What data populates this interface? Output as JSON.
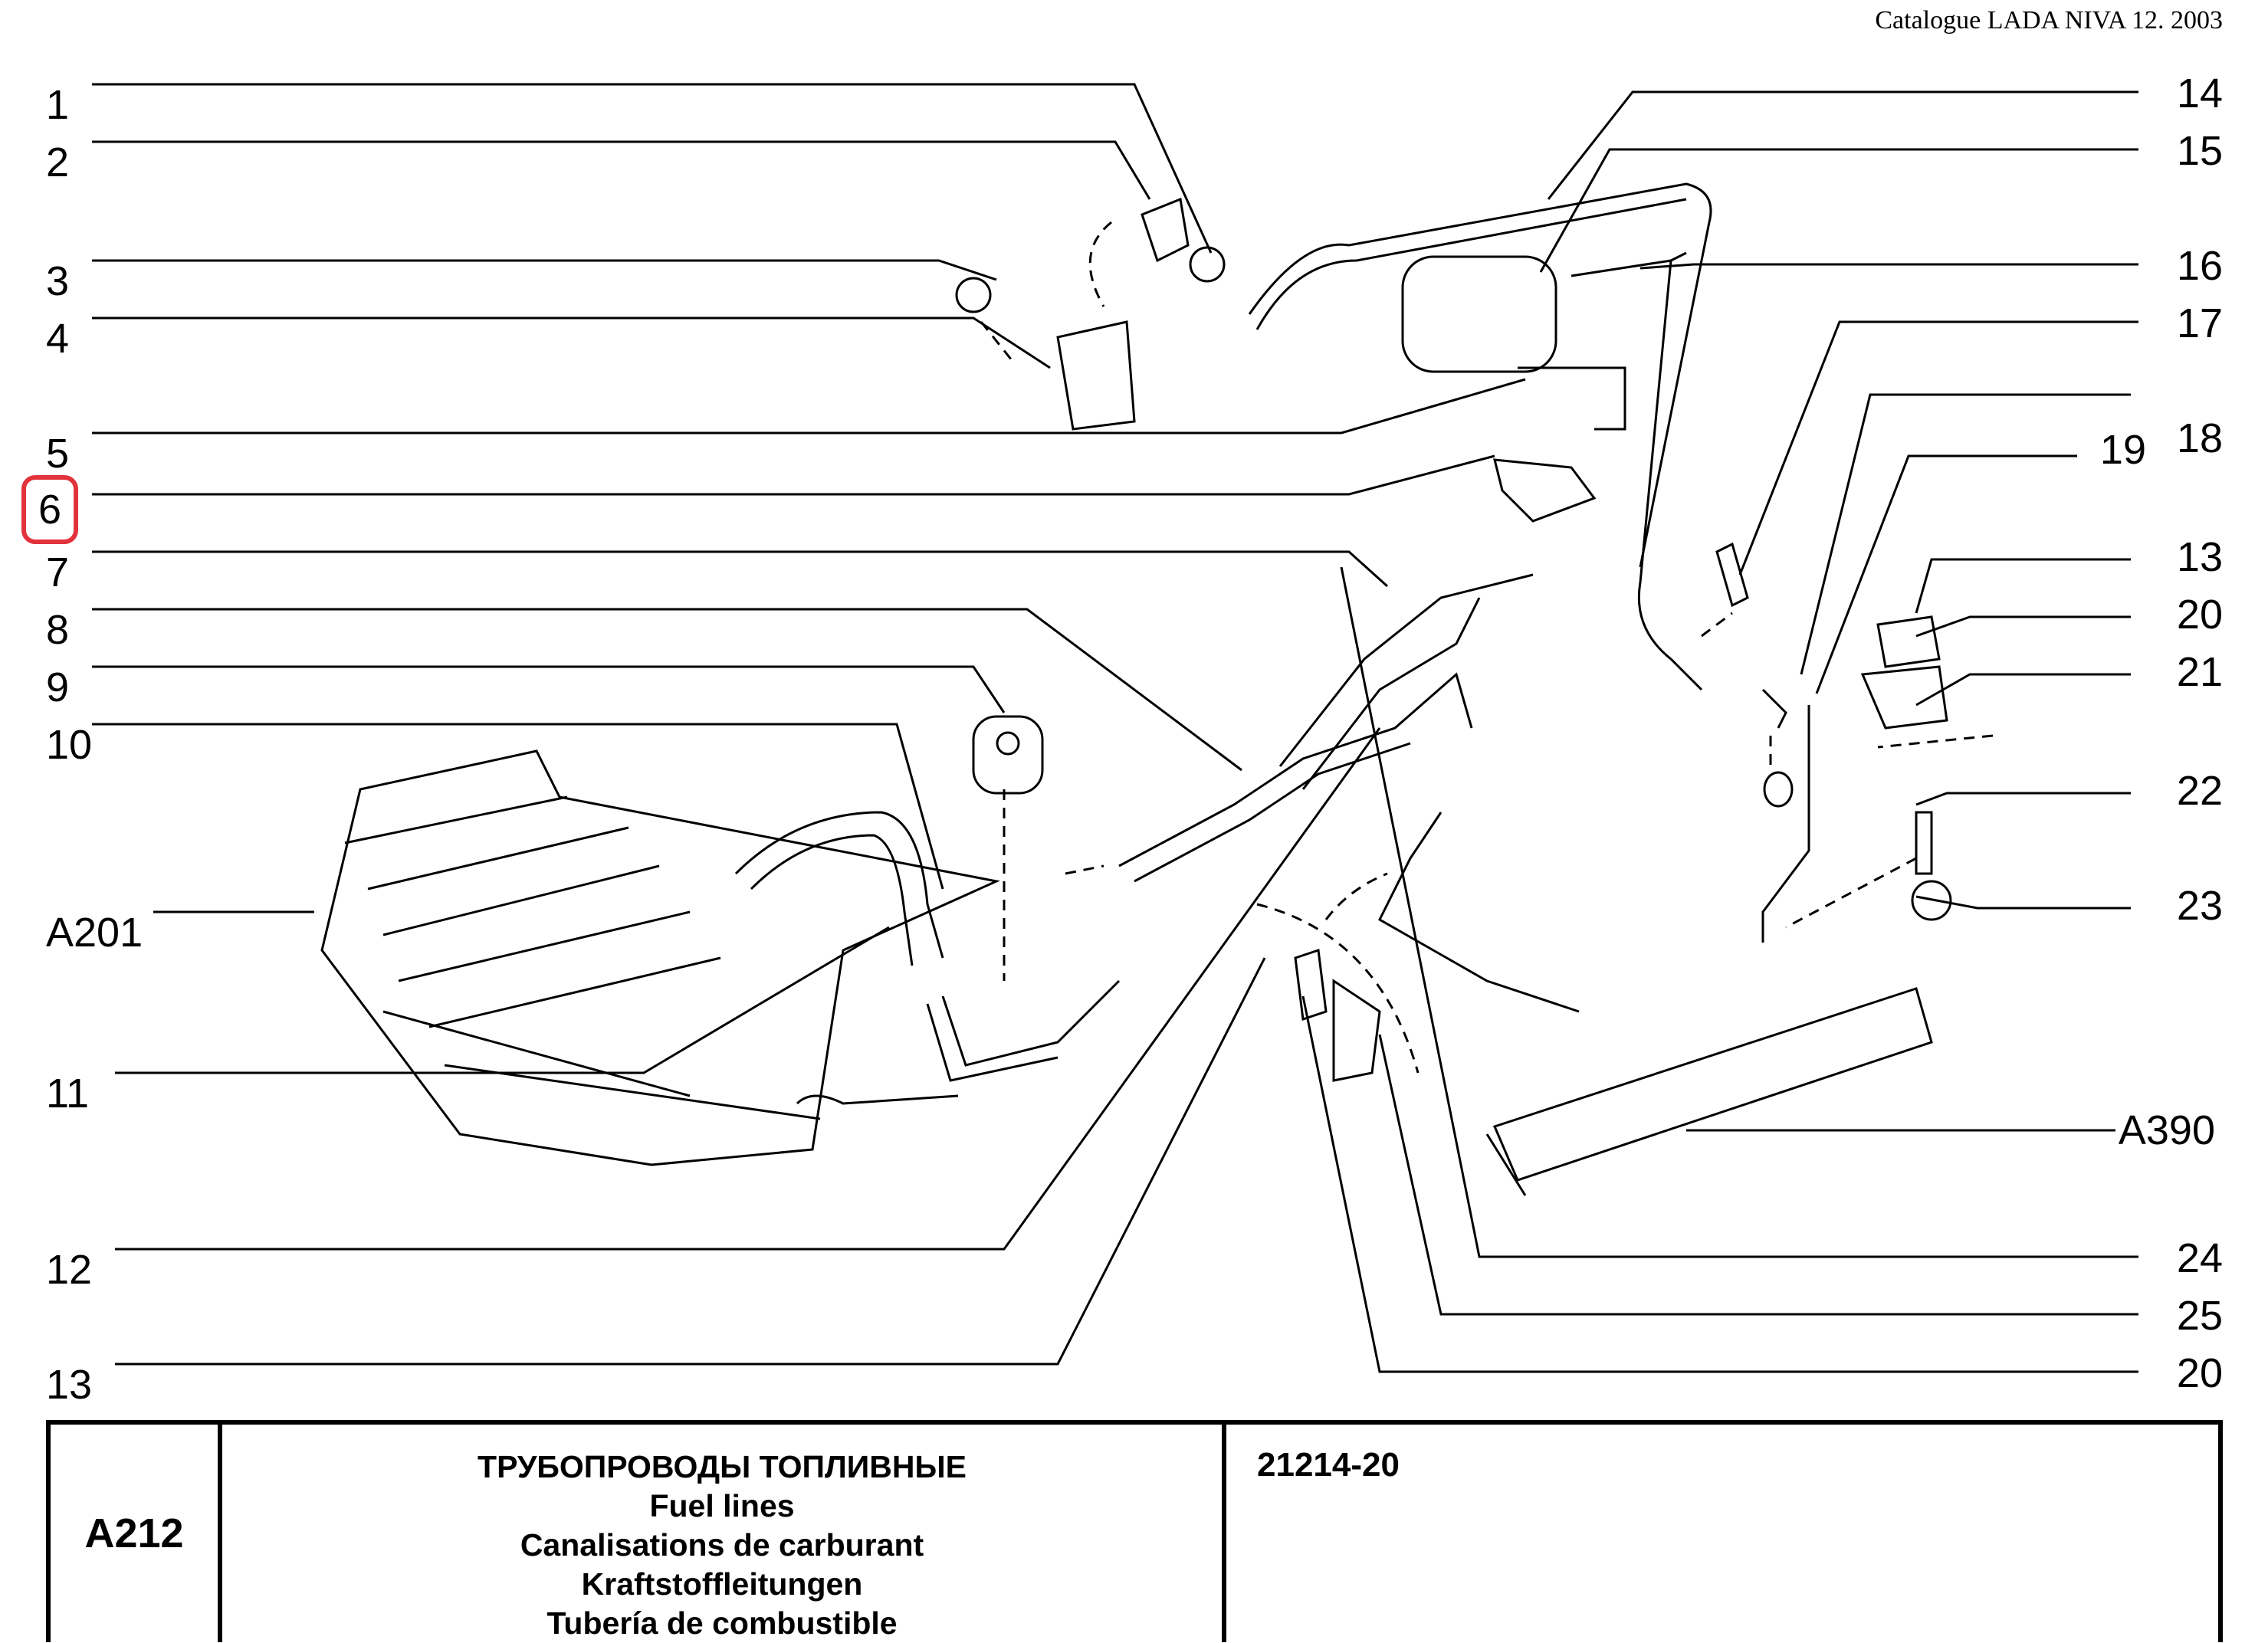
{
  "header": {
    "catalogue": "Catalogue LADA NIVA 12. 2003"
  },
  "labels_left": [
    "1",
    "2",
    "3",
    "4",
    "5",
    "6",
    "7",
    "8",
    "9",
    "10",
    "A201",
    "11",
    "12",
    "13"
  ],
  "labels_right": [
    "14",
    "15",
    "16",
    "17",
    "19",
    "18",
    "13",
    "20",
    "21",
    "22",
    "23",
    "A390",
    "24",
    "25",
    "20"
  ],
  "highlighted_label": "6",
  "titleblock": {
    "code": "A212",
    "names": [
      "ТРУБОПРОВОДЫ ТОПЛИВНЫЕ",
      "Fuel lines",
      "Canalisations de carburant",
      "Kraftstoffleitungen",
      "Tubería de combustible"
    ],
    "model": "21214-20"
  },
  "colors": {
    "highlight": "#e2323c",
    "ink": "#000000"
  }
}
